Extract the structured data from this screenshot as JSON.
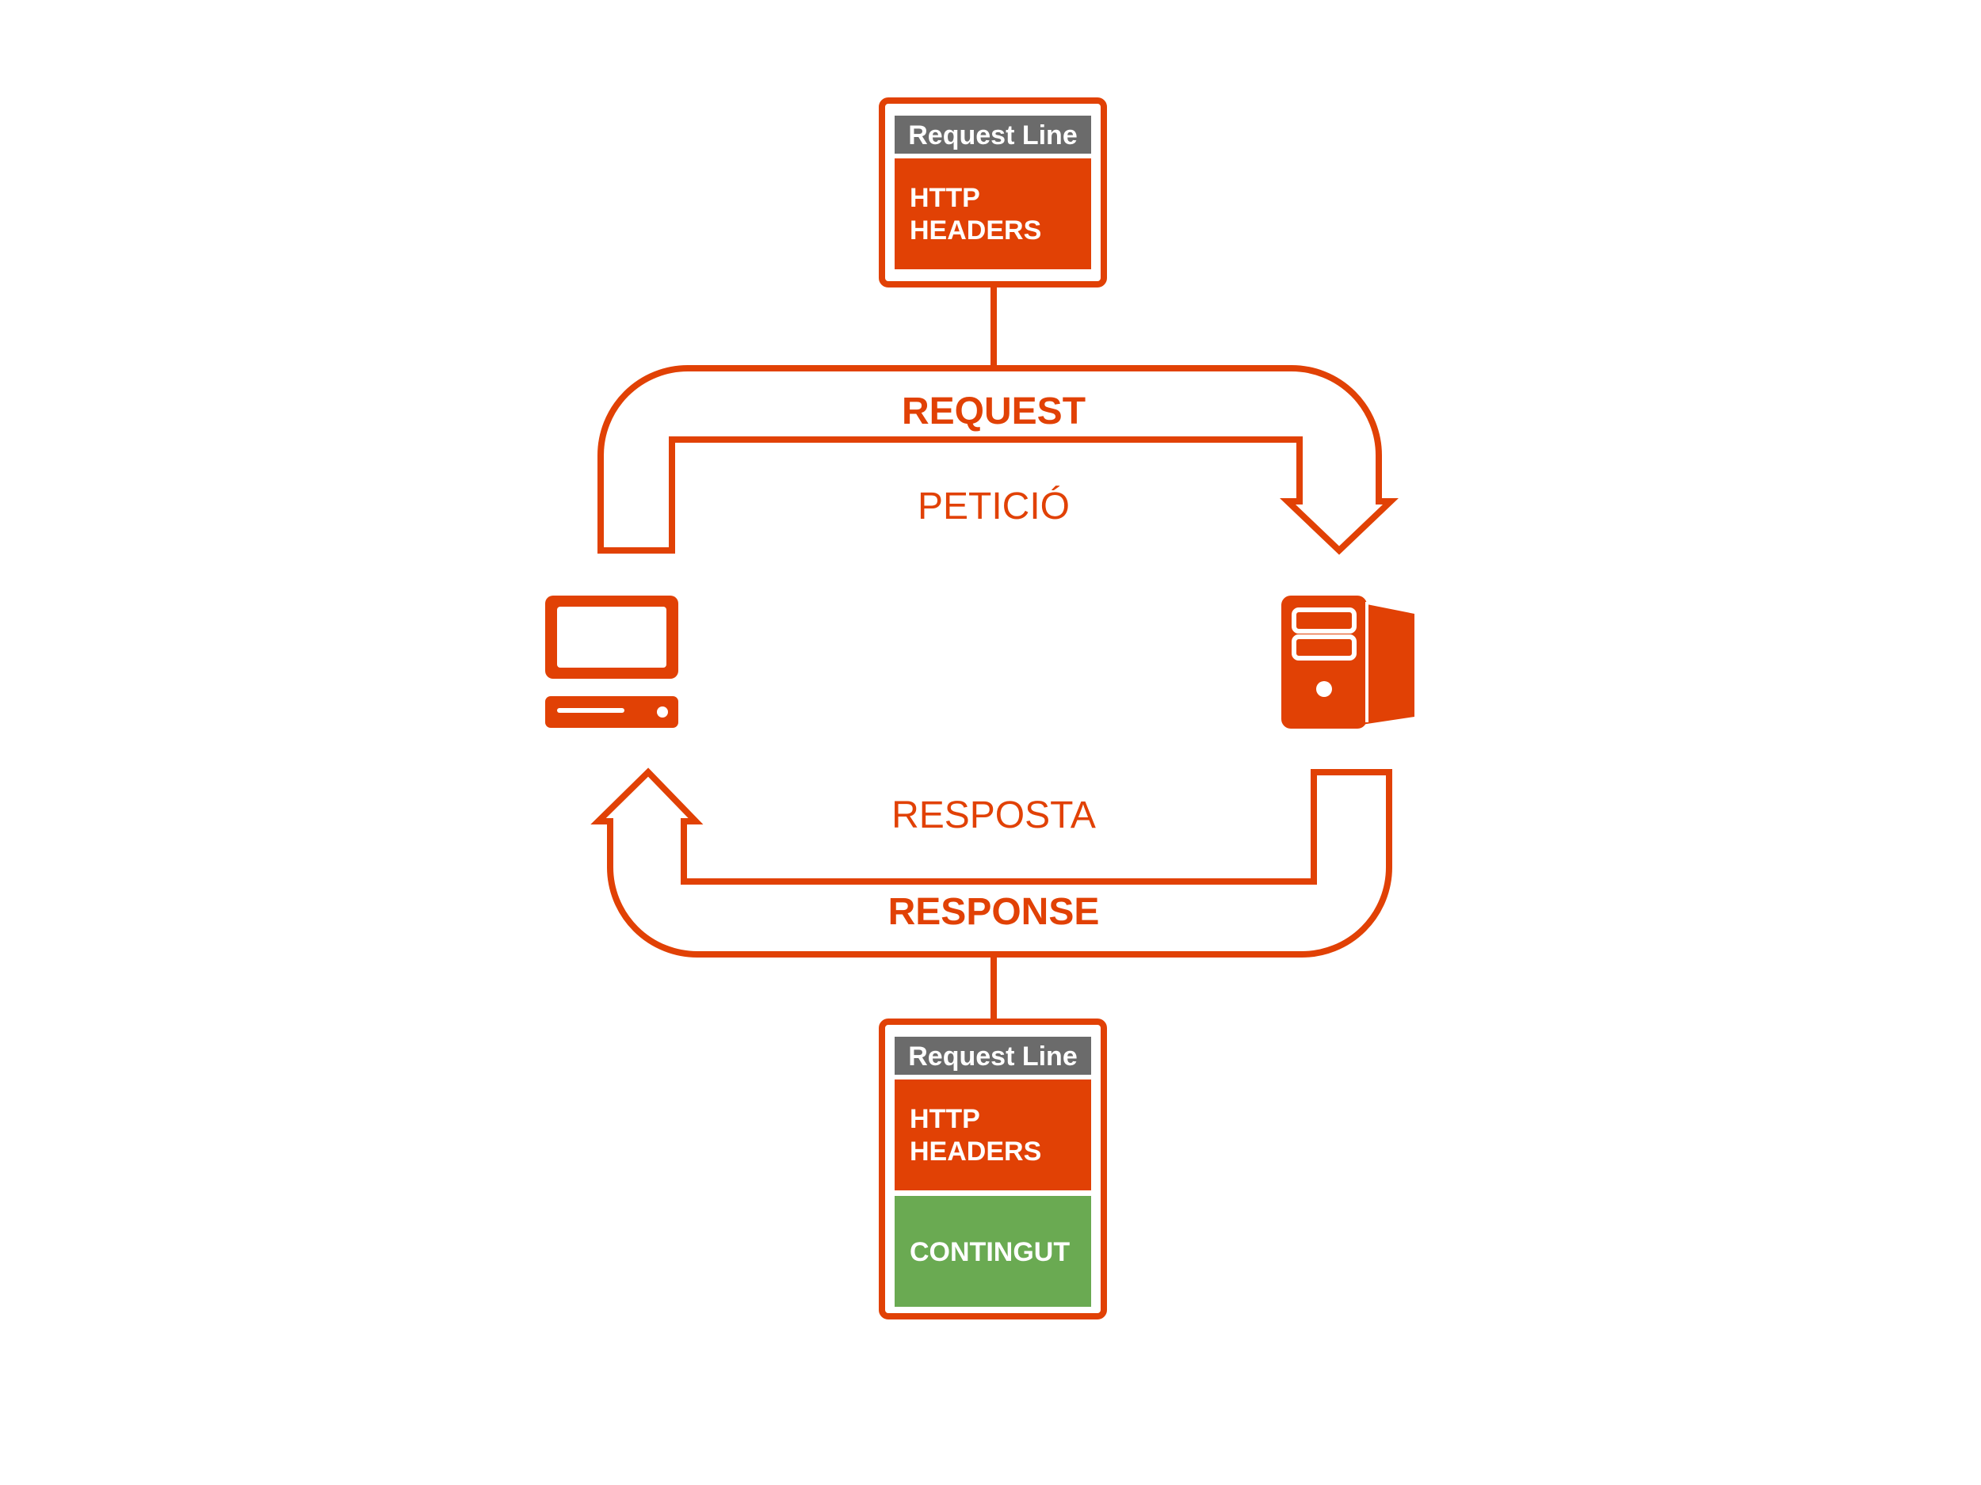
{
  "colors": {
    "accent": "#e14105",
    "header_gray": "#6b6b6b",
    "content_green": "#6aaa52",
    "text_white": "#ffffff"
  },
  "request_message": {
    "request_line": "Request Line",
    "headers_line1": "HTTP",
    "headers_line2": "HEADERS"
  },
  "response_message": {
    "request_line": "Request Line",
    "headers_line1": "HTTP",
    "headers_line2": "HEADERS",
    "content": "CONTINGUT"
  },
  "request_arrow": {
    "label": "REQUEST",
    "sublabel": "PETICIÓ"
  },
  "response_arrow": {
    "label": "RESPONSE",
    "sublabel": "RESPOSTA"
  },
  "icons": {
    "client": "desktop-computer-icon",
    "server": "server-tower-icon"
  }
}
